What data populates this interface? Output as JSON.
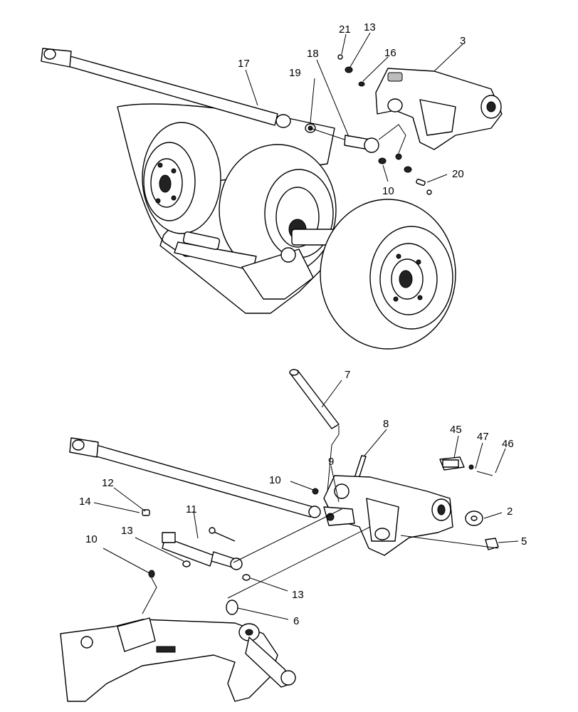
{
  "diagram": {
    "upper_view": {
      "callouts": [
        {
          "id": "c21",
          "text": "21"
        },
        {
          "id": "c13a",
          "text": "13"
        },
        {
          "id": "c3",
          "text": "3"
        },
        {
          "id": "c17",
          "text": "17"
        },
        {
          "id": "c18",
          "text": "18"
        },
        {
          "id": "c16",
          "text": "16"
        },
        {
          "id": "c19",
          "text": "19"
        },
        {
          "id": "c20",
          "text": "20"
        },
        {
          "id": "c10a",
          "text": "10"
        }
      ]
    },
    "lower_view": {
      "callouts": [
        {
          "id": "c7",
          "text": "7"
        },
        {
          "id": "c8",
          "text": "8"
        },
        {
          "id": "c45",
          "text": "45"
        },
        {
          "id": "c47",
          "text": "47"
        },
        {
          "id": "c46",
          "text": "46"
        },
        {
          "id": "c9",
          "text": "9"
        },
        {
          "id": "c10b",
          "text": "10"
        },
        {
          "id": "c12",
          "text": "12"
        },
        {
          "id": "c14",
          "text": "14"
        },
        {
          "id": "c11",
          "text": "11"
        },
        {
          "id": "c2",
          "text": "2"
        },
        {
          "id": "c5",
          "text": "5"
        },
        {
          "id": "c13b",
          "text": "13"
        },
        {
          "id": "c10c",
          "text": "10"
        },
        {
          "id": "c13c",
          "text": "13"
        },
        {
          "id": "c6",
          "text": "6"
        }
      ]
    }
  }
}
